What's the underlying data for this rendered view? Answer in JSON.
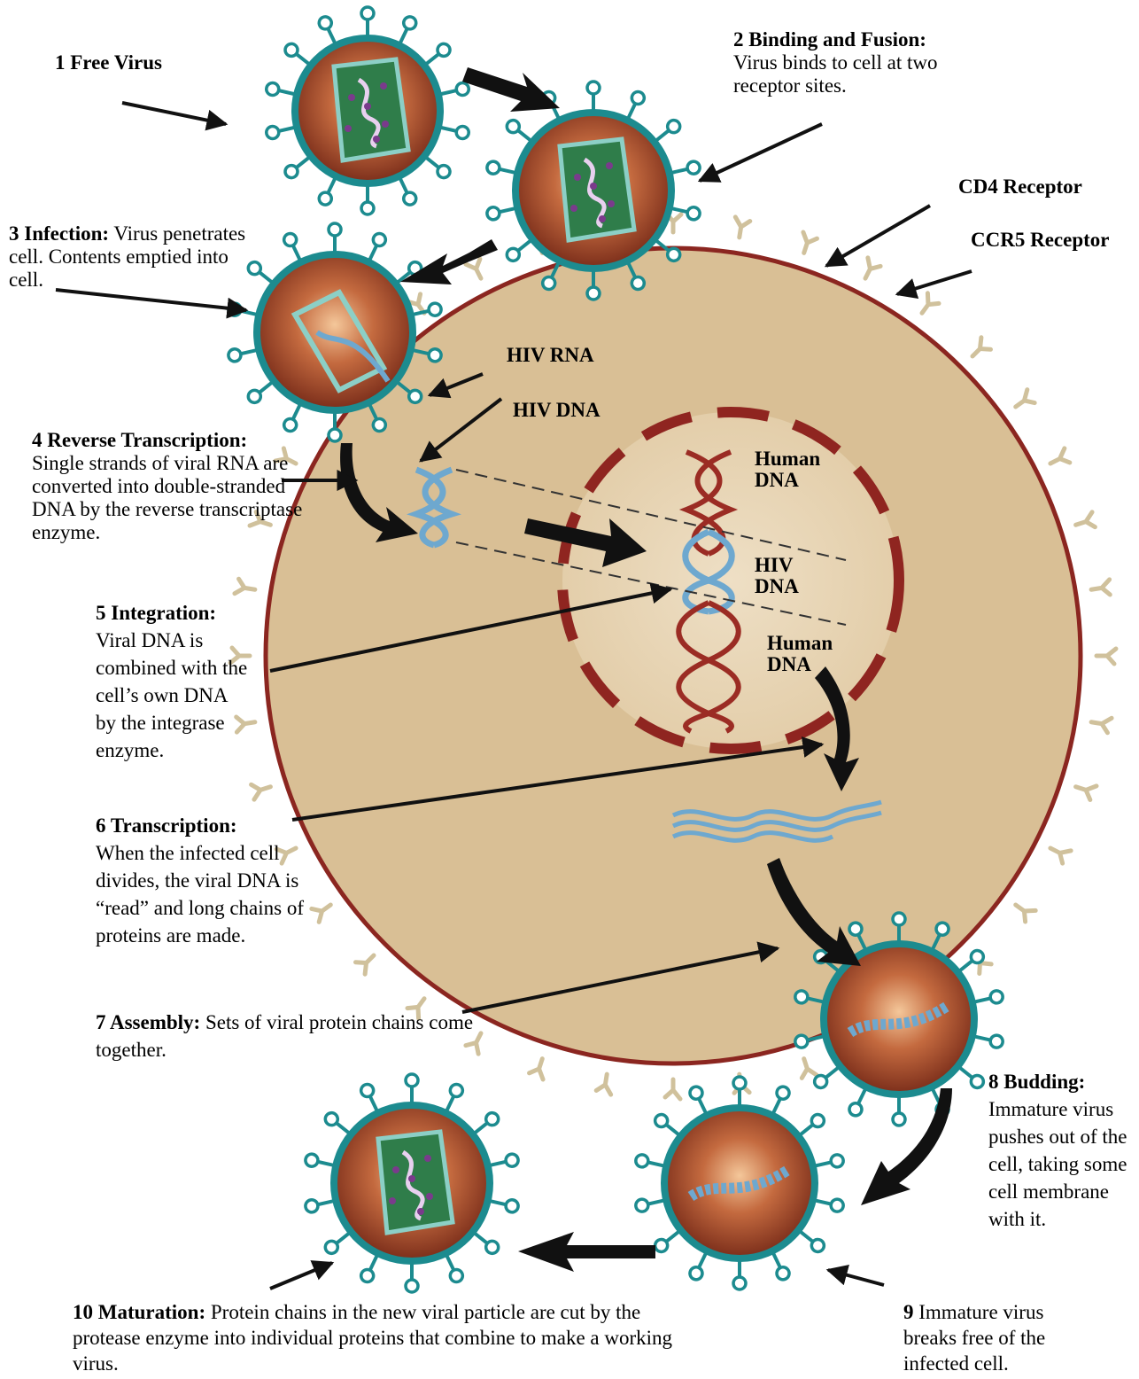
{
  "steps": {
    "s1": {
      "title": "1 Free Virus"
    },
    "s2": {
      "title": "2 Binding and Fusion:",
      "text": "Virus binds to cell at two receptor sites."
    },
    "s3": {
      "title": "3 Infection:",
      "text1": "Virus penetrates",
      "text2": "cell.  Contents emptied into",
      "text3": "cell."
    },
    "s4": {
      "title": "4 Reverse Transcription:",
      "text": "Single strands of viral RNA are converted into double-stranded DNA by the reverse transcriptase enzyme."
    },
    "s5": {
      "title": "5 Integration:",
      "text": "Viral DNA is combined with the cell’s own DNA by the integrase enzyme."
    },
    "s6": {
      "title": "6 Transcription:",
      "text": "When the infected cell divides, the viral DNA is “read” and long chains of proteins are made."
    },
    "s7": {
      "title": "7 Assembly:",
      "text": "Sets of viral protein chains come together."
    },
    "s8": {
      "title": "8 Budding:",
      "text": "Immature virus pushes out of the cell, taking some cell membrane with it."
    },
    "s9": {
      "num": "9",
      "text": "Immature virus breaks free of the infected cell."
    },
    "s10": {
      "title": "10 Maturation:",
      "text": "Protein chains in the new viral particle are cut by the protease enzyme into individual proteins that combine to make a working virus."
    }
  },
  "labels": {
    "cd4": "CD4 Receptor",
    "ccr5": "CCR5 Receptor",
    "hiv_rna": "HIV RNA",
    "hiv_dna": "HIV DNA",
    "human_dna_top_1": "Human",
    "human_dna_top_2": "DNA",
    "hiv_dna_mid_1": "HIV",
    "hiv_dna_mid_2": "DNA",
    "human_dna_bot_1": "Human",
    "human_dna_bot_2": "DNA"
  },
  "colors": {
    "cell": "#d9bf95",
    "cell_border": "#8b2620",
    "virus_core": "#9c4225",
    "virus_ring": "#1c8b8f",
    "nucleus_dash": "#8f2520",
    "viral_nucleic": "#6ea8cf",
    "human_dna": "#9b2c24",
    "receptor": "#c8b78f",
    "arrow": "#111111"
  }
}
